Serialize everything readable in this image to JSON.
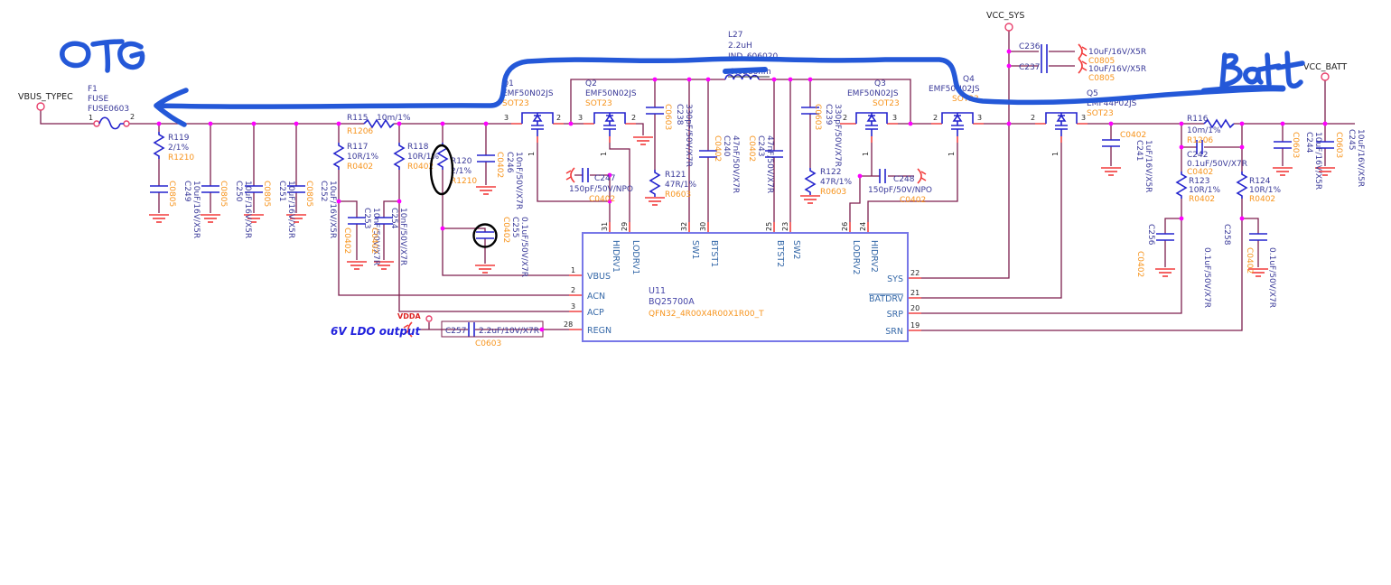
{
  "annotations": {
    "otg": "OTG",
    "batt": "Batt"
  },
  "nets": {
    "vbus_typec": "VBUS_TYPEC",
    "vcc_sys": "VCC_SYS",
    "vcc_batt": "VCC_BATT",
    "vdda": "VDDA",
    "ldo_note": "6V LDO output"
  },
  "fuse": {
    "ref": "F1",
    "value": "FUSE",
    "pkg": "FUSE0603",
    "pin1": "1",
    "pin2": "2"
  },
  "inductor": {
    "ref": "L27",
    "value": "2.2uH",
    "pkg": "IND_606020",
    "dcr": "0.028ohm"
  },
  "resistors": {
    "r115": {
      "ref": "R115",
      "value": "10m/1%",
      "pkg": "R1206"
    },
    "r116": {
      "ref": "R116",
      "value": "10m/1%",
      "pkg": "R1206"
    },
    "r117": {
      "ref": "R117",
      "value": "10R/1%",
      "pkg": "R0402"
    },
    "r118": {
      "ref": "R118",
      "value": "10R/1%",
      "pkg": "R0402"
    },
    "r119": {
      "ref": "R119",
      "value": "2/1%",
      "pkg": "R1210"
    },
    "r120": {
      "ref": "R120",
      "value": "2/1%",
      "pkg": "R1210"
    },
    "r121": {
      "ref": "R121",
      "value": "47R/1%",
      "pkg": "R0603"
    },
    "r122": {
      "ref": "R122",
      "value": "47R/1%",
      "pkg": "R0603"
    },
    "r123": {
      "ref": "R123",
      "value": "10R/1%",
      "pkg": "R0402"
    },
    "r124": {
      "ref": "R124",
      "value": "10R/1%",
      "pkg": "R0402"
    }
  },
  "caps": {
    "c236": {
      "ref": "C236",
      "value": "10uF/16V/X5R",
      "pkg": "C0805"
    },
    "c237": {
      "ref": "C237",
      "value": "10uF/16V/X5R",
      "pkg": "C0805"
    },
    "c238": {
      "ref": "C238",
      "value": "330pF/50V/X7R",
      "pkg": "C0603"
    },
    "c239": {
      "ref": "C239",
      "value": "330pF/50V/X7R",
      "pkg": "C0603"
    },
    "c240": {
      "ref": "C240",
      "value": "47nF/50V/X7R",
      "pkg": "C0402"
    },
    "c241": {
      "ref": "C241",
      "value": "1uF/16V/X5R",
      "pkg": "C0402"
    },
    "c242": {
      "ref": "C242",
      "value": "0.1uF/50V/X7R",
      "pkg": "C0402"
    },
    "c243": {
      "ref": "C243",
      "value": "47nF/50V/X7R",
      "pkg": "C0402"
    },
    "c244": {
      "ref": "C244",
      "value": "10uF/16V/X5R",
      "pkg": "C0603"
    },
    "c245": {
      "ref": "C245",
      "value": "10uF/16V/X5R",
      "pkg": "C0603"
    },
    "c246": {
      "ref": "C246",
      "value": "10nF/50V/X7R",
      "pkg": "C0402"
    },
    "c247": {
      "ref": "C247",
      "value": "150pF/50V/NPO",
      "pkg": "C0402"
    },
    "c248": {
      "ref": "C248",
      "value": "150pF/50V/NPO",
      "pkg": "C0402"
    },
    "c249": {
      "ref": "C249",
      "value": "10uF/16V/X5R",
      "pkg": "C0805"
    },
    "c250": {
      "ref": "C250",
      "value": "10uF/16V/X5R",
      "pkg": "C0805"
    },
    "c251": {
      "ref": "C251",
      "value": "10uF/16V/X5R",
      "pkg": "C0805"
    },
    "c252": {
      "ref": "C252",
      "value": "10uF/16V/X5R",
      "pkg": "C0805"
    },
    "c253": {
      "ref": "C253",
      "value": "10nF/50V/X7R",
      "pkg": "C0402"
    },
    "c254": {
      "ref": "C254",
      "value": "10nF/50V/X7R",
      "pkg": "C0402"
    },
    "c255": {
      "ref": "C255",
      "value": "0.1uF/50V/X7R",
      "pkg": "C0402"
    },
    "c256": {
      "ref": "C256",
      "value": "0.1uF/50V/X7R",
      "pkg": "C0402"
    },
    "c257": {
      "ref": "C257",
      "value": "2.2uF/10V/X7R",
      "pkg": "C0603"
    },
    "c258": {
      "ref": "C258",
      "value": "0.1uF/50V/X7R",
      "pkg": "C0402"
    }
  },
  "fets": {
    "q1": {
      "ref": "Q1",
      "part": "EMF50N02JS",
      "pkg": "SOT23",
      "pl": "3",
      "pr": "2",
      "pb": "1"
    },
    "q2": {
      "ref": "Q2",
      "part": "EMF50N02JS",
      "pkg": "SOT23",
      "pl": "3",
      "pr": "2",
      "pb": "1"
    },
    "q3": {
      "ref": "Q3",
      "part": "EMF50N02JS",
      "pkg": "SOT23",
      "pl": "2",
      "pr": "3",
      "pb": "1"
    },
    "q4": {
      "ref": "Q4",
      "part": "EMF50N02JS",
      "pkg": "SOT23",
      "pl": "2",
      "pr": "3",
      "pb": "1"
    },
    "q5": {
      "ref": "Q5",
      "part": "EMF44P02JS",
      "pkg": "SOT23",
      "pl": "2",
      "pr": "3",
      "pb": "1"
    }
  },
  "ic": {
    "ref": "U11",
    "part": "BQ25700A",
    "pkg": "QFN32_4R00X4R00X1R00_T",
    "pins": {
      "vbus": {
        "num": "1",
        "name": "VBUS"
      },
      "acn": {
        "num": "2",
        "name": "ACN"
      },
      "acp": {
        "num": "3",
        "name": "ACP"
      },
      "regn": {
        "num": "28",
        "name": "REGN"
      },
      "hidrv1": {
        "num": "31",
        "name": "HIDRV1"
      },
      "lodrv1": {
        "num": "29",
        "name": "LODRV1"
      },
      "sw1": {
        "num": "32",
        "name": "SW1"
      },
      "btst1": {
        "num": "30",
        "name": "BTST1"
      },
      "btst2": {
        "num": "25",
        "name": "BTST2"
      },
      "sw2": {
        "num": "23",
        "name": "SW2"
      },
      "lodrv2": {
        "num": "26",
        "name": "LODRV2"
      },
      "hidrv2": {
        "num": "24",
        "name": "HIDRV2"
      },
      "sys": {
        "num": "22",
        "name": "SYS"
      },
      "batdrv": {
        "num": "21",
        "name": "BATDRV"
      },
      "srp": {
        "num": "20",
        "name": "SRP"
      },
      "srn": {
        "num": "19",
        "name": "SRN"
      }
    }
  }
}
